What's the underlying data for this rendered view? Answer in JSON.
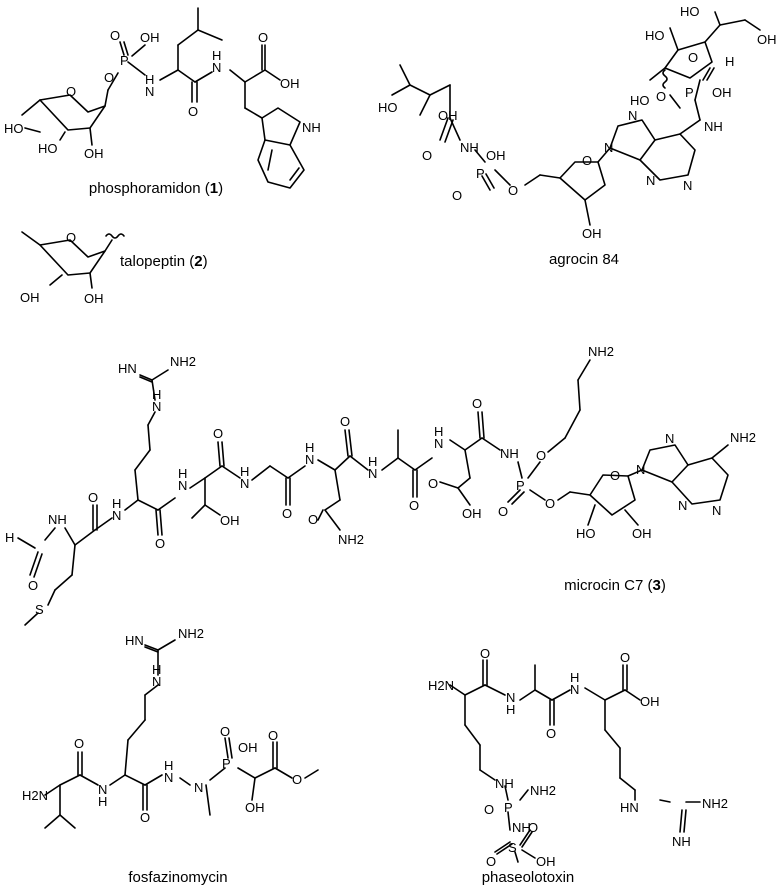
{
  "compounds": [
    {
      "name": "phosphoramidon",
      "number": "1"
    },
    {
      "name": "talopeptin",
      "number": "2"
    },
    {
      "name": "agrocin 84",
      "number": ""
    },
    {
      "name": "microcin C7",
      "number": "3"
    },
    {
      "name": "fosfazinomycin",
      "number": ""
    },
    {
      "name": "phaseolotoxin",
      "number": ""
    }
  ],
  "atoms": {
    "O": "O",
    "OH": "OH",
    "HO": "HO",
    "P": "P",
    "N": "N",
    "NH": "NH",
    "HN": "HN",
    "H": "H",
    "S": "S",
    "NH2": "NH2",
    "H2N": "H2N"
  }
}
